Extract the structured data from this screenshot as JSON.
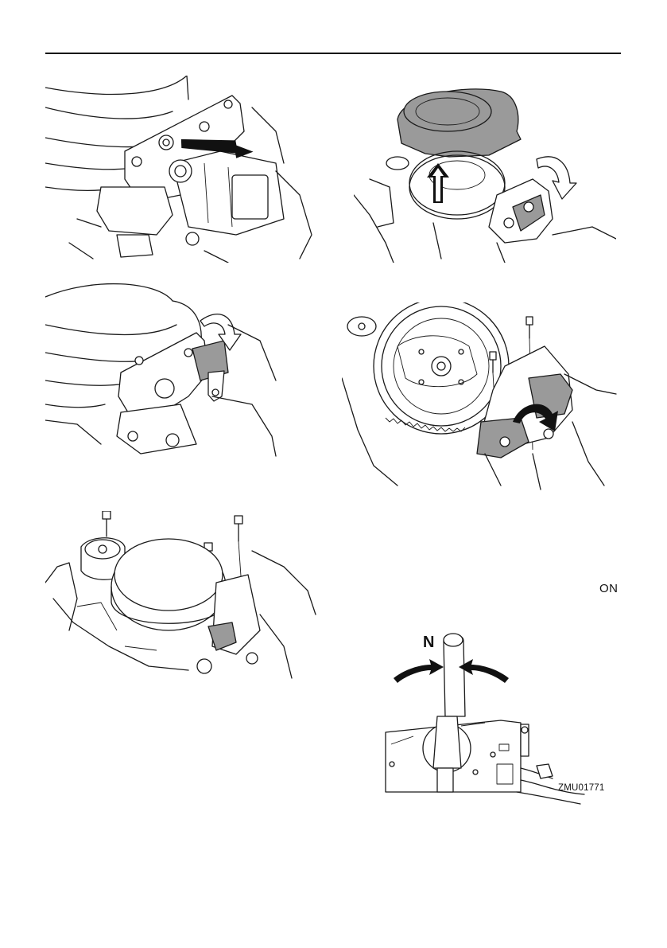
{
  "labels": {
    "switch_state": "ON",
    "lever_position": "N",
    "figure_code": "ZMU01771"
  },
  "figures": [
    {
      "id": "fig-1",
      "icon": "bolt-removal-arrow"
    },
    {
      "id": "fig-2",
      "icon": "cover-lift-arrow"
    },
    {
      "id": "fig-3",
      "icon": "bracket-rotate-arrow"
    },
    {
      "id": "fig-4",
      "icon": "bracket-install-bolts"
    },
    {
      "id": "fig-5",
      "icon": "cover-bolts-install"
    },
    {
      "id": "fig-6",
      "icon": "remote-control-neutral"
    }
  ]
}
